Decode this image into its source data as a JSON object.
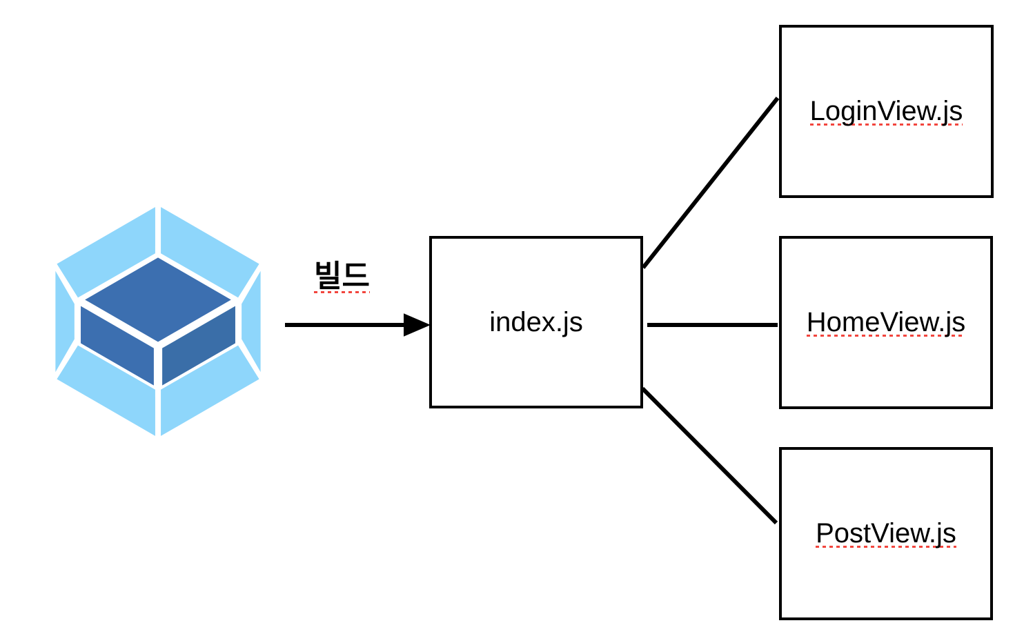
{
  "diagram": {
    "title": "webpack build output diagram",
    "background_color": "#ffffff",
    "stroke_color": "#000000",
    "spellcheck_underline_color": "#f2453d",
    "source": {
      "icon": "webpack-logo-icon",
      "colors": {
        "light_blue": "#8ED6FB",
        "dark_blue": "#3A6FB0"
      }
    },
    "arrow": {
      "label": "빌드",
      "label_has_spellcheck_underline": true,
      "direction": "right"
    },
    "bundle": {
      "label": "index.js",
      "has_spellcheck_underline": false
    },
    "outputs": [
      {
        "label": "LoginView.js",
        "has_spellcheck_underline": true,
        "connector": "diagonal-up"
      },
      {
        "label": "HomeView.js",
        "has_spellcheck_underline": true,
        "connector": "horizontal"
      },
      {
        "label": "PostView.js",
        "has_spellcheck_underline": true,
        "connector": "diagonal-down"
      }
    ]
  }
}
